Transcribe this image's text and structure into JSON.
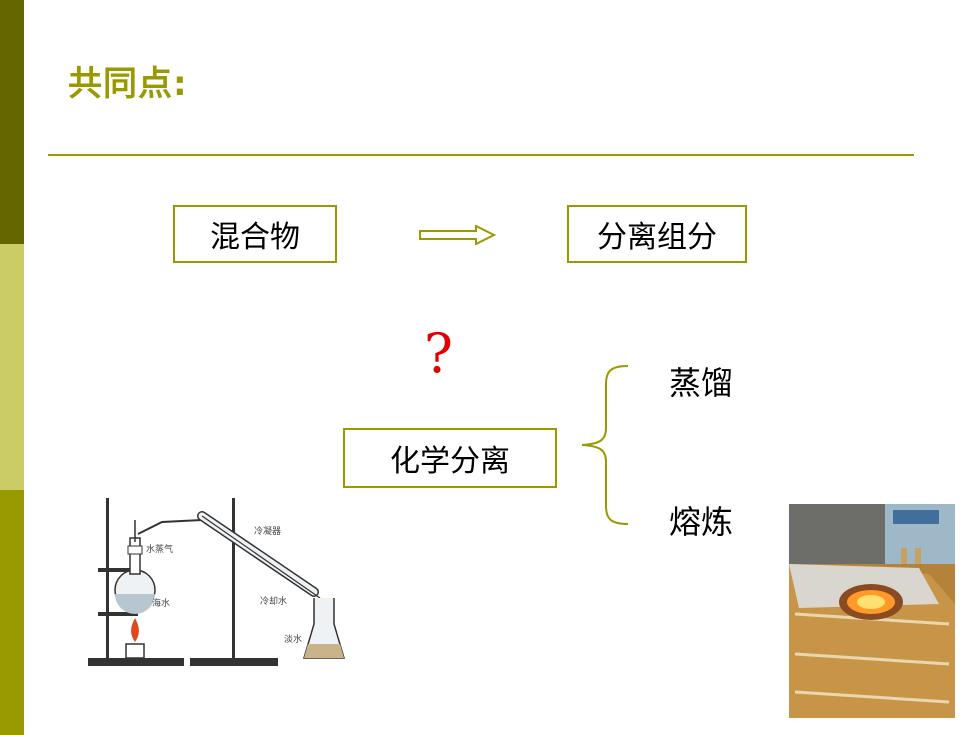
{
  "slide": {
    "title": "共同点:",
    "mixture_label": "混合物",
    "separate_label": "分离组分",
    "question_mark": "?",
    "chem_separation_label": "化学分离",
    "methods": [
      "蒸馏",
      "熔炼"
    ]
  },
  "apparatus_labels": {
    "vapor": "水蒸气",
    "condenser": "冷凝器",
    "seawater": "海水",
    "cooling_water": "冷却水",
    "fresh_water": "淡水"
  },
  "colors": {
    "accent": "#999900",
    "sidebar_dark": "#666600",
    "sidebar_light": "#cccc66",
    "question": "#e00000"
  }
}
